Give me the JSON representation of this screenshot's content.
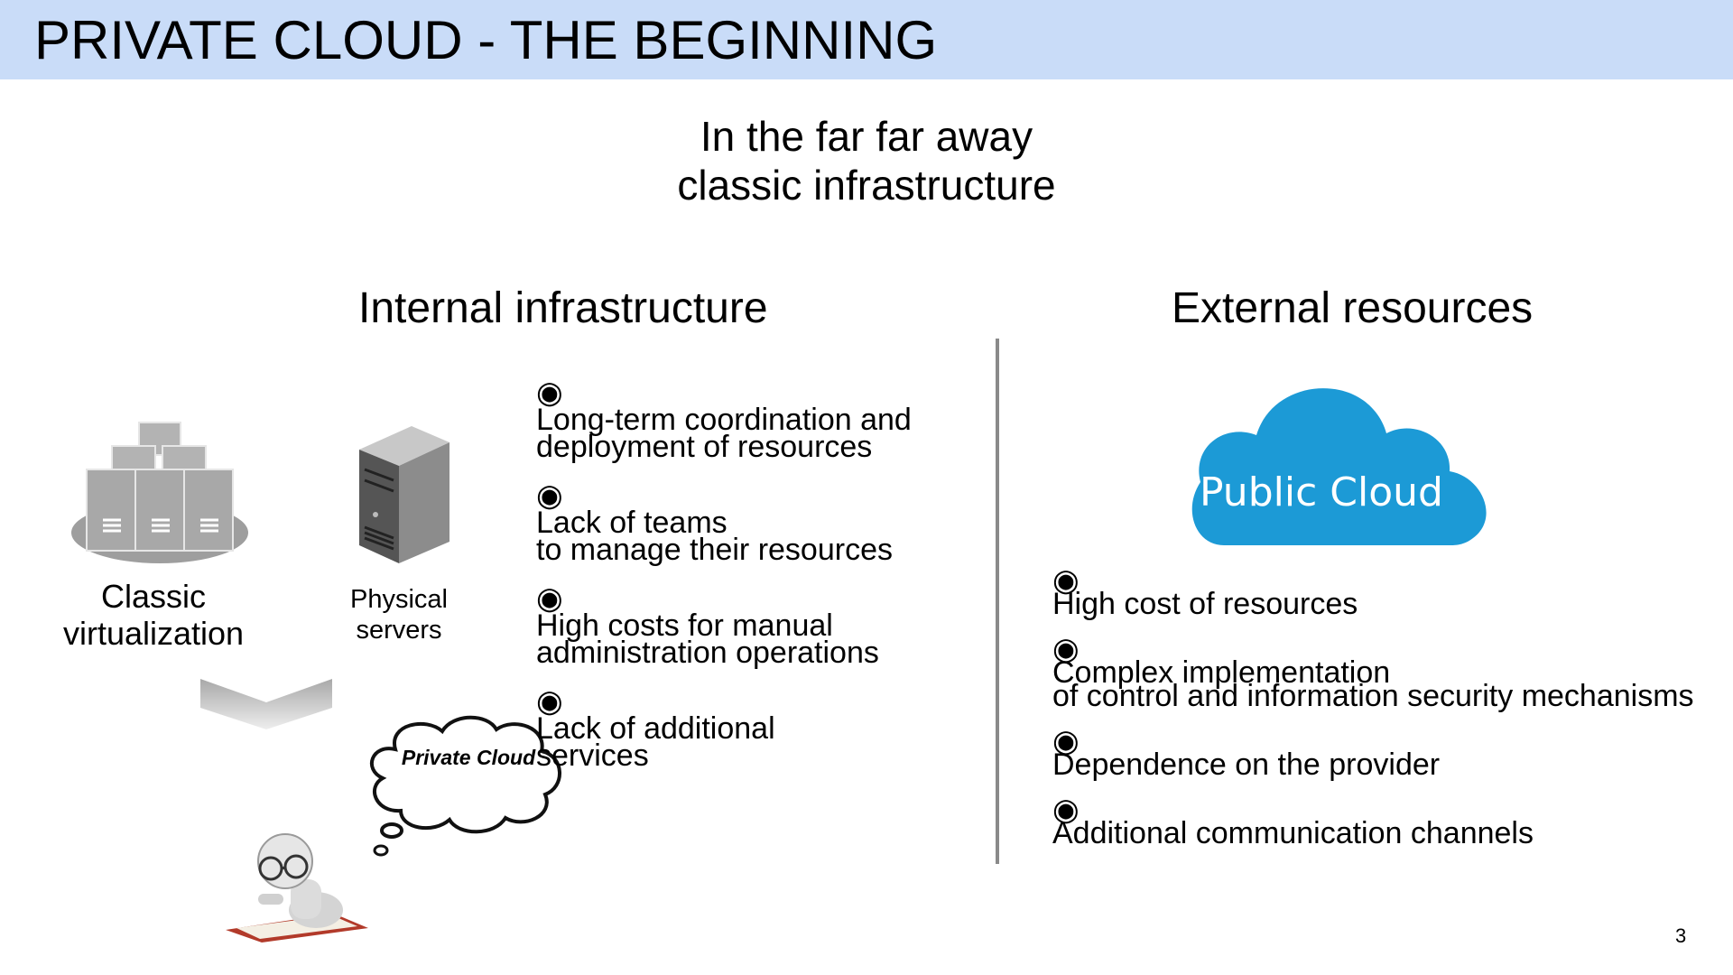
{
  "header": {
    "title": "PRIVATE CLOUD - THE BEGINNING"
  },
  "intro": {
    "line1": "In the far far away",
    "line2": "classic infrastructure"
  },
  "internal": {
    "heading": "Internal infrastructure",
    "classic_caption_1": "Classic",
    "classic_caption_2": "virtualization",
    "physical_caption_1": "Physical",
    "physical_caption_2": "servers",
    "thought_bubble_text": "Private Cloud",
    "bullet_icon": "◉",
    "bullets": [
      {
        "line1": "Long-term coordination and",
        "line2": "deployment of resources"
      },
      {
        "line1": "Lack of teams",
        "line2": "to manage their resources"
      },
      {
        "line1": "High costs for manual",
        "line2": "administration operations"
      },
      {
        "line1": "Lack of additional",
        "line2": "services"
      }
    ]
  },
  "external": {
    "heading": "External resources",
    "cloud_label": "Public Cloud",
    "cloud_color": "#1c9ad6",
    "bullet_icon": "◉",
    "bullets": [
      {
        "line1": "High cost of resources"
      },
      {
        "line1": "Complex implementation",
        "line2": "of control and information security mechanisms"
      },
      {
        "line1": "Dependence on the provider"
      },
      {
        "line1": "Additional communication channels"
      }
    ]
  },
  "footer": {
    "page_number": "3"
  },
  "colors": {
    "header_bg": "#c9dcf8",
    "divider": "#8a8a8a"
  }
}
